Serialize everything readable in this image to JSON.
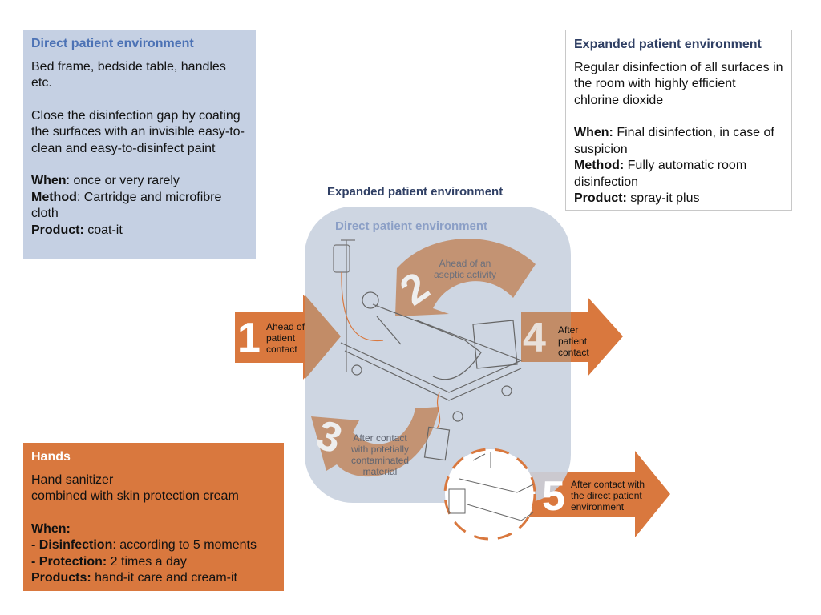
{
  "direct_box": {
    "title": "Direct patient environment",
    "line1": "Bed frame, bedside table, handles etc.",
    "line2": "Close the disinfection gap by coating the surfaces with an invisible easy-to-clean and easy-to-disinfect paint",
    "when_label": "When",
    "when_value": ": once or very rarely",
    "method_label": "Method",
    "method_value": ": Cartridge and microfibre cloth",
    "product_label": "Product:",
    "product_value": " coat-it"
  },
  "expanded_box": {
    "title": "Expanded patient environment",
    "line1": "Regular disinfection of all surfaces in the room with highly efficient chlorine dioxide",
    "when_label": "When:",
    "when_value": " Final disinfection, in case of suspicion",
    "method_label": "Method:",
    "method_value": " Fully automatic room disinfection",
    "product_label": "Product:",
    "product_value": " spray-it plus"
  },
  "hands_box": {
    "title": "Hands",
    "line1": "Hand sanitizer",
    "line2": "combined with skin protection cream",
    "when_label": "When:",
    "dis_label": "- Disinfection",
    "dis_value": ": according to 5 moments",
    "prot_label": "- Protection:",
    "prot_value": " 2 times a day",
    "products_label": "Products:",
    "products_value": " hand-it care and cream-it"
  },
  "diagram": {
    "expanded_title": "Expanded patient environment",
    "direct_title": "Direct patient environment",
    "moments": [
      {
        "number": "1",
        "label": "Ahead of patient contact"
      },
      {
        "number": "2",
        "label": "Ahead of an aseptic activity"
      },
      {
        "number": "3",
        "label": "After contact with potetially contaminated material"
      },
      {
        "number": "4",
        "label": "After patient contact"
      },
      {
        "number": "5",
        "label": "After contact with the direct patient environment"
      }
    ]
  },
  "colors": {
    "orange": "#d9783e",
    "blue_box": "#c5d0e3",
    "navy": "#2f3f64",
    "blue_title": "#4c72b5"
  }
}
